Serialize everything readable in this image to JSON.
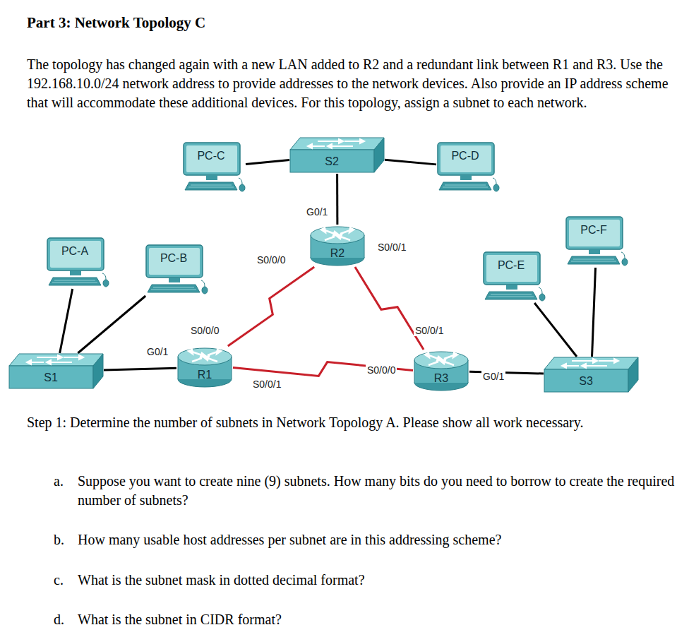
{
  "diagram": {
    "title": "Part 3: Network Topology C",
    "nodes": [
      {
        "text": [
          "PC-C"
        ]
      },
      {
        "text": [
          "S2"
        ]
      },
      {
        "text": [
          "PC-D"
        ]
      },
      {
        "text": [
          "R2"
        ]
      },
      {
        "text": [
          "PC-F"
        ]
      },
      {
        "text": [
          "PC-A"
        ]
      },
      {
        "text": [
          "PC-B"
        ]
      },
      {
        "text": [
          "PC-E"
        ]
      },
      {
        "text": [
          "R1"
        ]
      },
      {
        "text": [
          "R3"
        ]
      },
      {
        "text": [
          "S1"
        ]
      },
      {
        "text": [
          "S3"
        ]
      }
    ],
    "edges": [
      {
        "from": 0,
        "to": 1,
        "arrow": "none"
      },
      {
        "from": 1,
        "to": 2,
        "arrow": "none"
      },
      {
        "from": 1,
        "to": 3,
        "arrow": "none"
      },
      {
        "from": 3,
        "to": 8,
        "arrow": "none"
      },
      {
        "from": 3,
        "to": 9,
        "arrow": "none"
      },
      {
        "from": 8,
        "to": 9,
        "arrow": "none"
      },
      {
        "from": 5,
        "to": 10,
        "arrow": "none"
      },
      {
        "from": 6,
        "to": 10,
        "arrow": "none"
      },
      {
        "from": 10,
        "to": 8,
        "arrow": "none"
      },
      {
        "from": 9,
        "to": 11,
        "arrow": "none"
      },
      {
        "from": 7,
        "to": 11,
        "arrow": "none"
      },
      {
        "from": 4,
        "to": 11,
        "arrow": "none"
      }
    ],
    "labels": [
      "The topology has changed again with a new LAN added to R2 and a redundant link between R1 and R3. Use the 192.168.10.0/24 network address to provide addresses to the network devices. Also provide an IP address scheme that will accommodate these additional devices. For this topology, assign a subnet to each network.",
      "G0/1",
      "S0/0/0",
      "S0/0/1",
      "S0/0/0",
      "G0/1",
      "S0/0/1",
      "S0/0/0",
      "S0/0/1",
      "G0/1",
      "Step 1: Determine the number of subnets in Network Topology A. Please show all work necessary.",
      "a.",
      "Suppose you want to create nine (9) subnets. How many bits do you need to borrow to create the required number of subnets?",
      "b.",
      "How many usable host addresses per subnet are in this addressing scheme?",
      "c.",
      "What is the subnet mask in dotted decimal format?",
      "d.",
      "What is the subnet in CIDR format?"
    ]
  }
}
